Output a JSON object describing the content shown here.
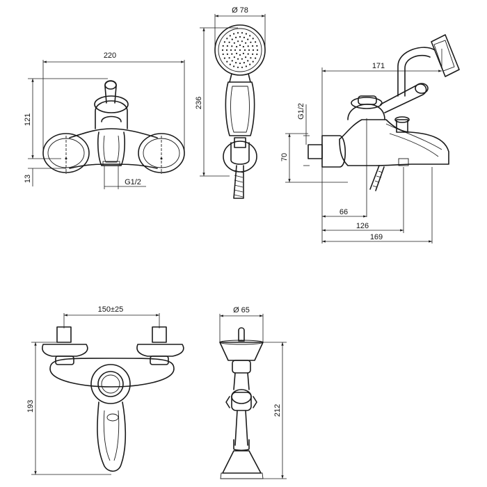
{
  "dimensions": {
    "top_front_width": "220",
    "top_front_height": "121",
    "top_front_offset": "13",
    "top_front_thread": "G1/2",
    "shower_diameter": "Ø 78",
    "shower_length": "236",
    "side_reach_top": "171",
    "side_thread": "G1/2",
    "side_height": "70",
    "side_66": "66",
    "side_126": "126",
    "side_169": "169",
    "bottom_center_spacing": "150±25",
    "bottom_height": "193",
    "holder_diameter": "Ø 65",
    "holder_height": "212"
  }
}
